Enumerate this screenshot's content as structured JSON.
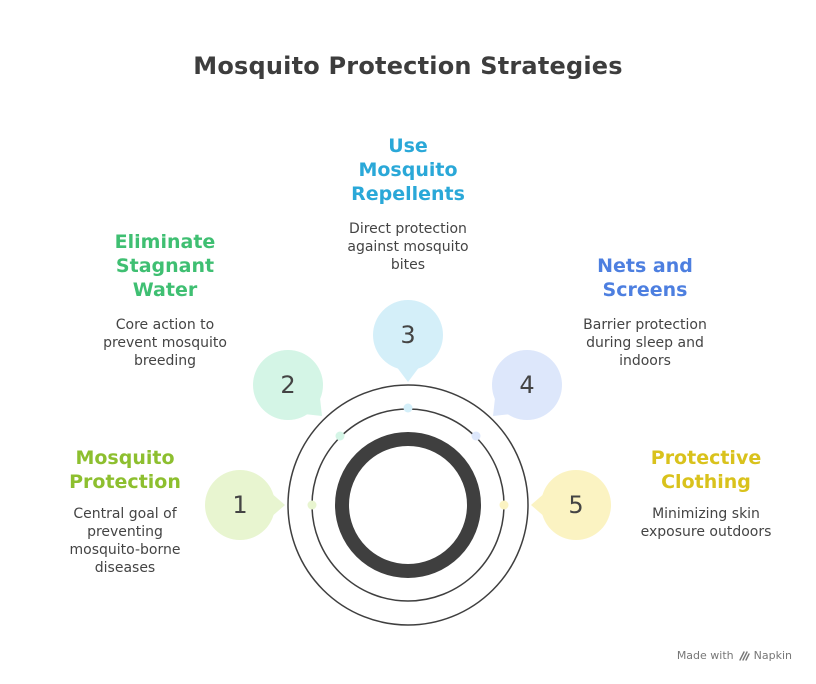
{
  "title": "Mosquito Protection Strategies",
  "colors": {
    "step1": "#8dbf2f",
    "step1_fill": "#e8f5d0",
    "step2": "#3fbf72",
    "step2_fill": "#d4f5e6",
    "step3": "#2aa8d8",
    "step3_fill": "#d4eff9",
    "step4": "#4d7fe0",
    "step4_fill": "#dde7fb",
    "step5": "#d9c21c",
    "step5_fill": "#fbf3c2",
    "ring": "#3f3f3f"
  },
  "steps": [
    {
      "number": "1",
      "heading": "Mosquito\nProtection",
      "description": "Central goal of\npreventing\nmosquito-borne\ndiseases"
    },
    {
      "number": "2",
      "heading": "Eliminate\nStagnant\nWater",
      "description": "Core action to\nprevent mosquito\nbreeding"
    },
    {
      "number": "3",
      "heading": "Use\nMosquito\nRepellents",
      "description": "Direct protection\nagainst mosquito\nbites"
    },
    {
      "number": "4",
      "heading": "Nets and\nScreens",
      "description": "Barrier protection\nduring sleep and\nindoors"
    },
    {
      "number": "5",
      "heading": "Protective\nClothing",
      "description": "Minimizing skin\nexposure outdoors"
    }
  ],
  "footer": {
    "made_with": "Made with",
    "brand": "Napkin",
    "brand_icon": "napkin-logo-icon"
  }
}
